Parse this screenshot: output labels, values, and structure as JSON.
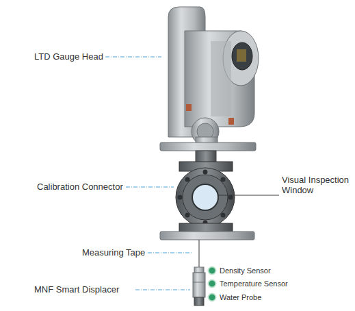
{
  "diagram": {
    "labels": [
      "LTD Gauge Head",
      "Calibration Connector",
      "Visual Inspection Window",
      "Measuring Tape",
      "MNF Smart Displacer",
      "Density Sensor",
      "Temperature Sensor",
      "Water Probe"
    ]
  }
}
